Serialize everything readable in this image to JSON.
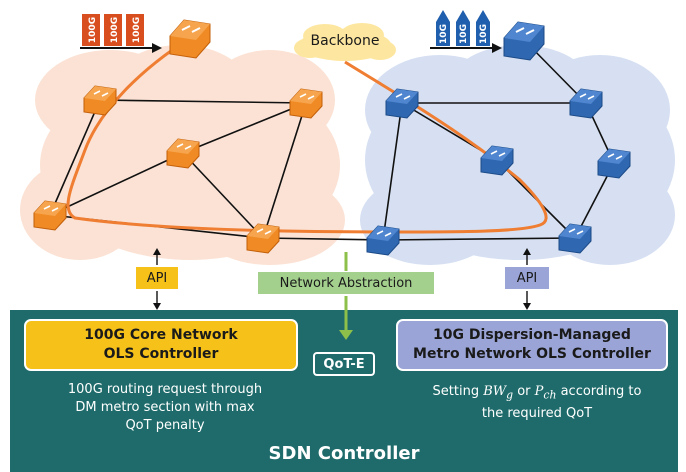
{
  "labels": {
    "backbone": "Backbone",
    "api_left": "API",
    "api_right": "API",
    "network_abstraction": "Network Abstraction",
    "qote": "QoT-E",
    "core_controller_line1": "100G Core Network",
    "core_controller_line2": "OLS Controller",
    "metro_controller_line1": "10G Dispersion-Managed",
    "metro_controller_line2": "Metro Network OLS Controller",
    "core_desc_line1": "100G routing request through",
    "core_desc_line2": "DM metro section with max",
    "core_desc_line3": "QoT penalty",
    "metro_desc_line1_pre": "Setting ",
    "metro_desc_bw": "BW",
    "metro_desc_bw_sub": "g",
    "metro_desc_or": " or ",
    "metro_desc_p": "P",
    "metro_desc_p_sub": "ch",
    "metro_desc_line1_post": " according to",
    "metro_desc_line2": "the required QoT",
    "sdn_controller": "SDN Controller",
    "traffic_100g": "100G",
    "traffic_10g": "10G"
  },
  "colors": {
    "core_cloud": "#fbe2d4",
    "metro_cloud": "#d6e0f2",
    "core_node": "#f08a24",
    "metro_node": "#2f67b1",
    "route": "#ef7d32",
    "controller_bg": "#1f6b6b",
    "core_box": "#f6c21a",
    "metro_box": "#9aa4d6",
    "abstraction": "#a4d08e",
    "backbone_cloud": "#fde7a0"
  }
}
